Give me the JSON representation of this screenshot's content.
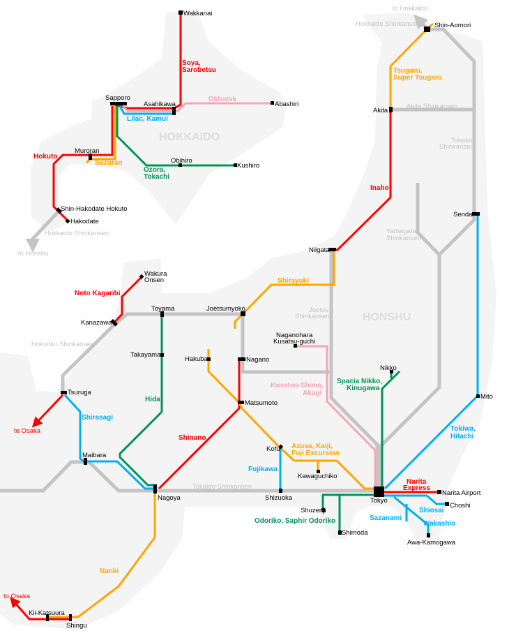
{
  "colors": {
    "red": "#ff0000",
    "orange": "#ffa500",
    "blue": "#00b0f0",
    "green": "#00935e",
    "pink": "#f4a6b8",
    "shinkansen": "#c4c4c4",
    "land": "#f4f4f4"
  },
  "regions": {
    "hokkaido": "HOKKAIDO",
    "honshu": "HONSHU"
  },
  "stations": {
    "wakkanai": "Wakkanai",
    "sapporo": "Sapporo",
    "asahikawa": "Asahikawa",
    "abashiri": "Abashiri",
    "muroran": "Muroran",
    "obihiro": "Obihiro",
    "kushiro": "Kushiro",
    "shin_hakodate": "Shin-Hakodate Hokuto",
    "hakodate": "Hakodate",
    "shin_aomori": "Shin-Aomori",
    "akita": "Akita",
    "sendai": "Sendai",
    "niigata": "Niigata",
    "wakura_1": "Wakura",
    "wakura_2": "Onsen",
    "toyama": "Toyama",
    "joetsumyoko": "Joetsumyoko",
    "kanazawa": "Kanazawa",
    "takayama": "Takayama",
    "hakuba": "Hakuba",
    "nagano": "Nagano",
    "naganohara_1": "Naganohara",
    "naganohara_2": "Kusatsu-guchi",
    "nikko": "Nikko",
    "tsuruga": "Tsuruga",
    "matsumoto": "Matsumoto",
    "mito": "Mito",
    "maibara": "Maibara",
    "kofu": "Kofu",
    "kawaguchiko": "Kawaguchiko",
    "nagoya": "Nagoya",
    "shizuoka": "Shizuoka",
    "tokyo": "Tokyo",
    "narita_airport": "Narita Airport",
    "shuzenji": "Shuzenji",
    "choshi": "Choshi",
    "shimoda": "Shimoda",
    "awa_kamogawa": "Awa-Kamogawa",
    "kii_katsuura": "Kii-Katsuura",
    "shingu": "Shingu"
  },
  "trains": {
    "soya": [
      "Soya,",
      "Sarobetsu"
    ],
    "okhotsk": "Okhotsk",
    "lilac": "Lilac, Kamui",
    "hokuto": "Hokuto",
    "suzuran": "Suzuran",
    "ozora": [
      "Ozora,",
      "Tokachi"
    ],
    "tsugaru": [
      "Tsugaru,",
      "Super Tsugaru"
    ],
    "inaho": "Inaho",
    "shirayuki": "Shirayuki",
    "noto": "Noto Kagaribi",
    "hida": "Hida",
    "shinano": "Shinano",
    "kusatsu": [
      "Kusatsu-Shima,",
      "Akagi"
    ],
    "spacia": [
      "Spacia Nikko,",
      "Kinugawa"
    ],
    "shirasagi": "Shirasagi",
    "tokiwa": [
      "Tokiwa,",
      "Hitachi"
    ],
    "azusa": [
      "Azusa, Kaiji,",
      "Fuji Excursion"
    ],
    "fujikawa": "Fujikawa",
    "narita": [
      "Narita",
      "Express"
    ],
    "shiosai": "Shiosai",
    "sazanami": "Sazanami",
    "wakashio": "Wakashio",
    "odoriko": "Odoriko, Saphir Odoriko",
    "nanki": "Nanki"
  },
  "shinkansen": {
    "hokkaido": "Hokkaido Shinkansen",
    "akita": "Akita Shinkansen",
    "tohoku": [
      "Tohoku",
      "Shinkansen"
    ],
    "yamagata": [
      "Yamagata",
      "Shinkansen"
    ],
    "joetsu": [
      "Joetsu",
      "Shinkansen"
    ],
    "hokuriku": "Hokuriku Shinkansen",
    "tokaido": "Tokaido Shinkansen"
  },
  "arrows": {
    "to_honshu": "to Honshu",
    "to_hokkaido": "to Hokkaido",
    "to_osaka": "to Osaka"
  }
}
